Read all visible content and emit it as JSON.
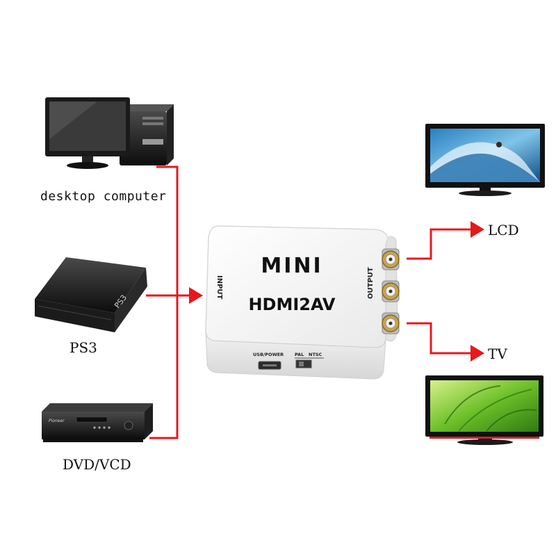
{
  "sources": {
    "desktop": "desktop computer",
    "ps3": "PS3",
    "dvd": "DVD/VCD"
  },
  "device": {
    "brand": "MINI",
    "model": "HDMI2AV",
    "input_port": "INPUT",
    "output_port": "OUTPUT",
    "usb_port": "USB/POWER",
    "switch_pal": "PAL",
    "switch_ntsc": "NTSC"
  },
  "outputs": {
    "lcd": "LCD",
    "tv": "TV"
  },
  "console_logo": "PS3",
  "dvd_brand": "Pioneer",
  "colors": {
    "connector": "#e8171c",
    "device_body": "#f4f4f4",
    "rca_ring": "#c9a24a"
  }
}
